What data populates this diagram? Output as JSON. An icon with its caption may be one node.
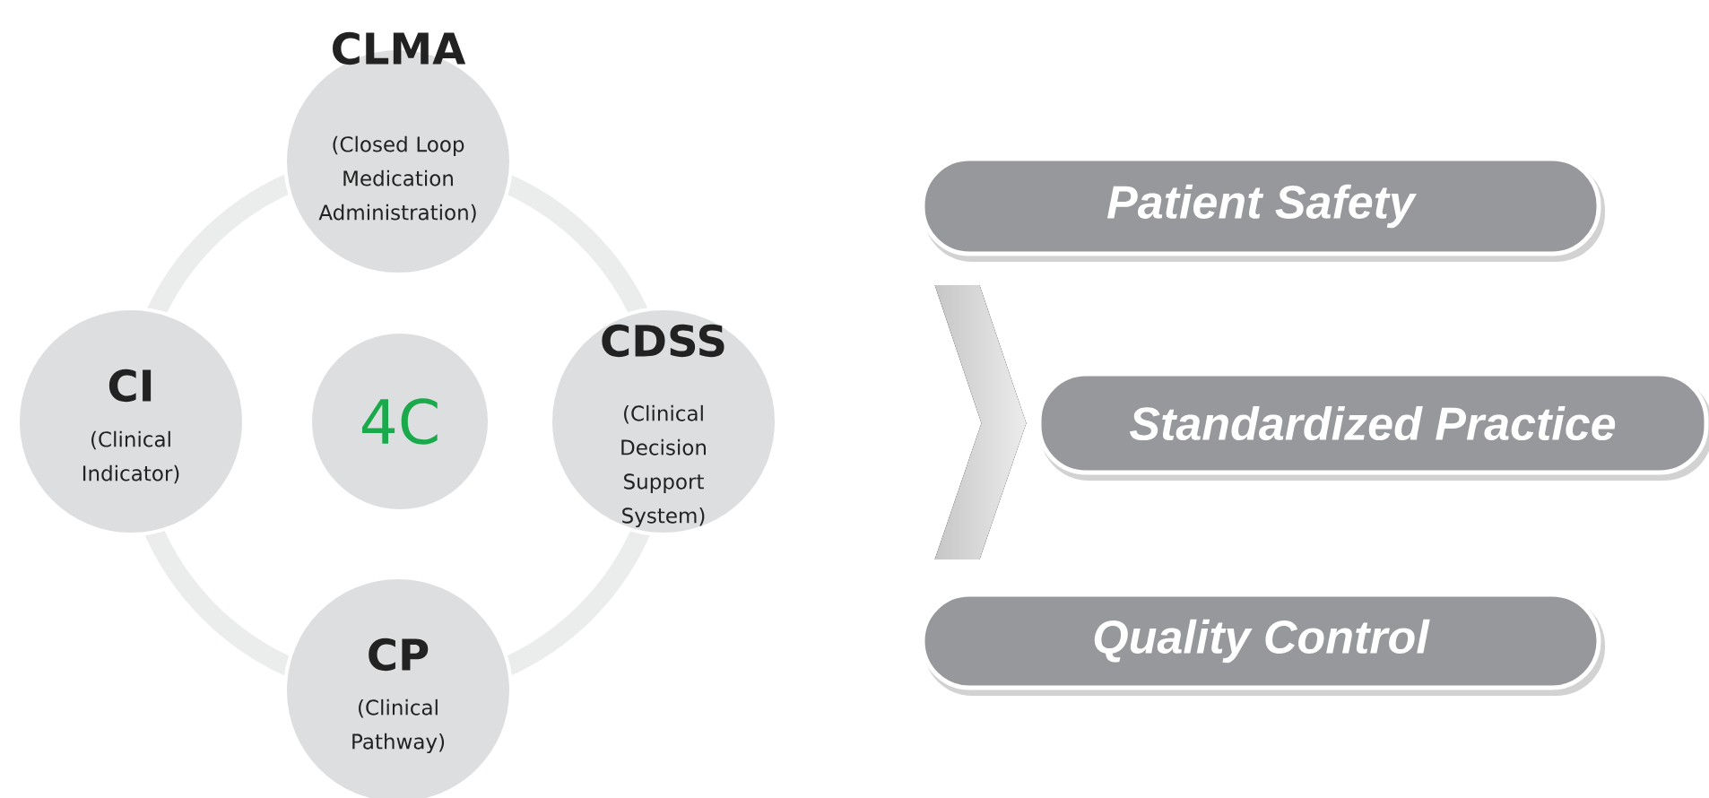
{
  "diagram": {
    "nodes": [
      {
        "text": [
          "CLMA",
          "(Closed Loop Medication Administration)"
        ]
      },
      {
        "text": [
          "CI",
          "(Clinical Indicator)"
        ]
      },
      {
        "text": [
          "4C"
        ]
      },
      {
        "text": [
          "CDSS",
          "(Clinical Decision Support System)"
        ]
      },
      {
        "text": [
          "CP",
          "(Clinical Pathway)"
        ]
      },
      {
        "text": [
          "Patient Safety"
        ]
      },
      {
        "text": [
          "Standardized Practice"
        ]
      },
      {
        "text": [
          "Quality Control"
        ]
      }
    ],
    "edges": [
      {
        "from": 0,
        "to": 3,
        "arrow": "none"
      },
      {
        "from": 3,
        "to": 4,
        "arrow": "none"
      },
      {
        "from": 4,
        "to": 1,
        "arrow": "none"
      },
      {
        "from": 1,
        "to": 0,
        "arrow": "none"
      },
      {
        "from": null,
        "to": 6,
        "arrow": "to"
      }
    ]
  }
}
